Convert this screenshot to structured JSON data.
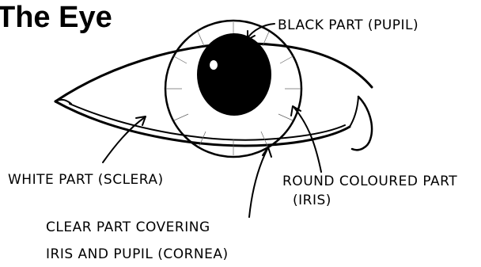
{
  "title": "The Eye",
  "labels": {
    "pupil": "BLACK PART (PUPIL)",
    "sclera": "WHITE PART (SCLERA)",
    "iris_line1": "ROUND COLOURED PART",
    "iris_line2": "(IRIS)",
    "cornea_line1": "CLEAR PART COVERING",
    "cornea_line2": "IRIS AND PUPIL (CORNEA)"
  }
}
